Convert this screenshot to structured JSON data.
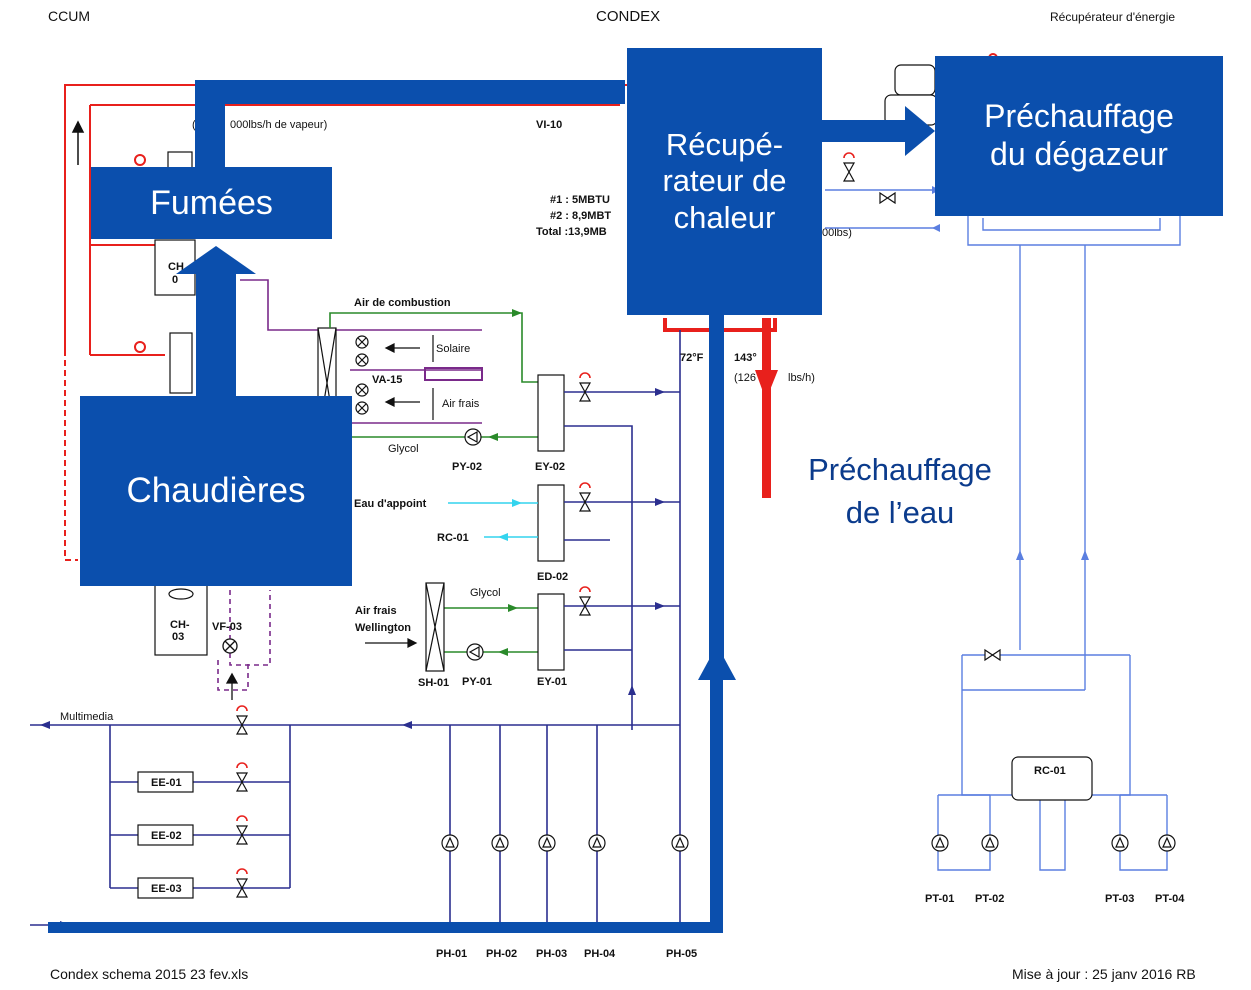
{
  "header": {
    "left": "CCUM",
    "center": "CONDEX",
    "right": "Récupérateur d'énergie"
  },
  "footer": {
    "left": "Condex schema 2015 23 fev.xls",
    "right": "Mise à jour : 25 janv 2016 RB"
  },
  "overlays": {
    "fumees": "Fumées",
    "chaudieres": "Chaudières",
    "recuperateur": [
      "Récupé-",
      "rateur de",
      "chaleur"
    ],
    "prechauffage_degazeur": [
      "Préchauffage",
      "du dégazeur"
    ],
    "prechauffage_eau": [
      "Préchauffage",
      "de l’eau"
    ]
  },
  "labels": {
    "steam": "000lbs/h de vapeur)",
    "steam_paren": "(",
    "vi10": "VI-10",
    "mbtu1": "#1 : 5MBTU",
    "mbtu2": "#2 : 8,9MBT",
    "mbtu_total": "Total :13,9MB",
    "lbs_right": "00lbs)",
    "air_combustion": "Air de combustion",
    "solaire": "Solaire",
    "va15": "VA-15",
    "air_frais": "Air frais",
    "glycol1": "Glycol",
    "py02": "PY-02",
    "ey02": "EY-02",
    "temp72": "72°F",
    "temp143": "143°",
    "flow": "(126",
    "flow2": "lbs/h)",
    "eau_appoint": "Eau d'appoint",
    "rc01_left": "RC-01",
    "ed02": "ED-02",
    "glycol2": "Glycol",
    "air_frais_wellington_1": "Air frais",
    "air_frais_wellington_2": "Wellington",
    "sh01": "SH-01",
    "py01": "PY-01",
    "ey01": "EY-01",
    "ch03_1": "CH-",
    "ch03_2": "03",
    "ch01_1": "CH",
    "ch01_2": "0",
    "vf03": "VF-03",
    "multimedia": "Multimedia",
    "ee01": "EE-01",
    "ee02": "EE-02",
    "ee03": "EE-03",
    "ph01": "PH-01",
    "ph02": "PH-02",
    "ph03": "PH-03",
    "ph04": "PH-04",
    "ph05": "PH-05",
    "rc01_right": "RC-01",
    "pt01": "PT-01",
    "pt02": "PT-02",
    "pt03": "PT-03",
    "pt04": "PT-04"
  },
  "colors": {
    "box": "#0b4fad",
    "arrow": "#0b4fad",
    "red": "#e8201c",
    "navy": "#2b2f8f",
    "green": "#2a8a2a",
    "purple": "#7a2a8a",
    "cyan": "#33d4ee",
    "lightblue": "#5b7fe0"
  }
}
